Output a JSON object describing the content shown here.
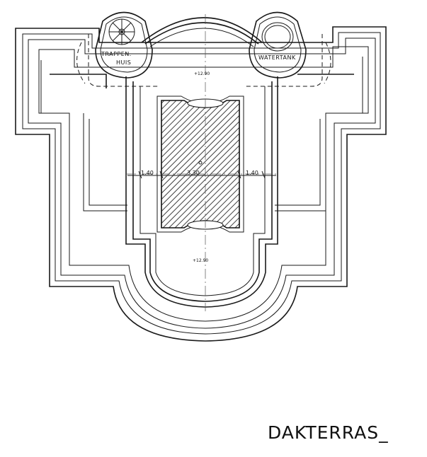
{
  "title": "DAKTERRAS_",
  "labels": {
    "stair_line1": "TRAPPEN.",
    "stair_line2": "HUIS",
    "water_tank": "WATERTANK"
  },
  "levels": {
    "top": "+12.90",
    "bottom": "+12.90"
  },
  "dimensions": {
    "left": "1.40",
    "center": "3.30",
    "right": "1.40"
  }
}
